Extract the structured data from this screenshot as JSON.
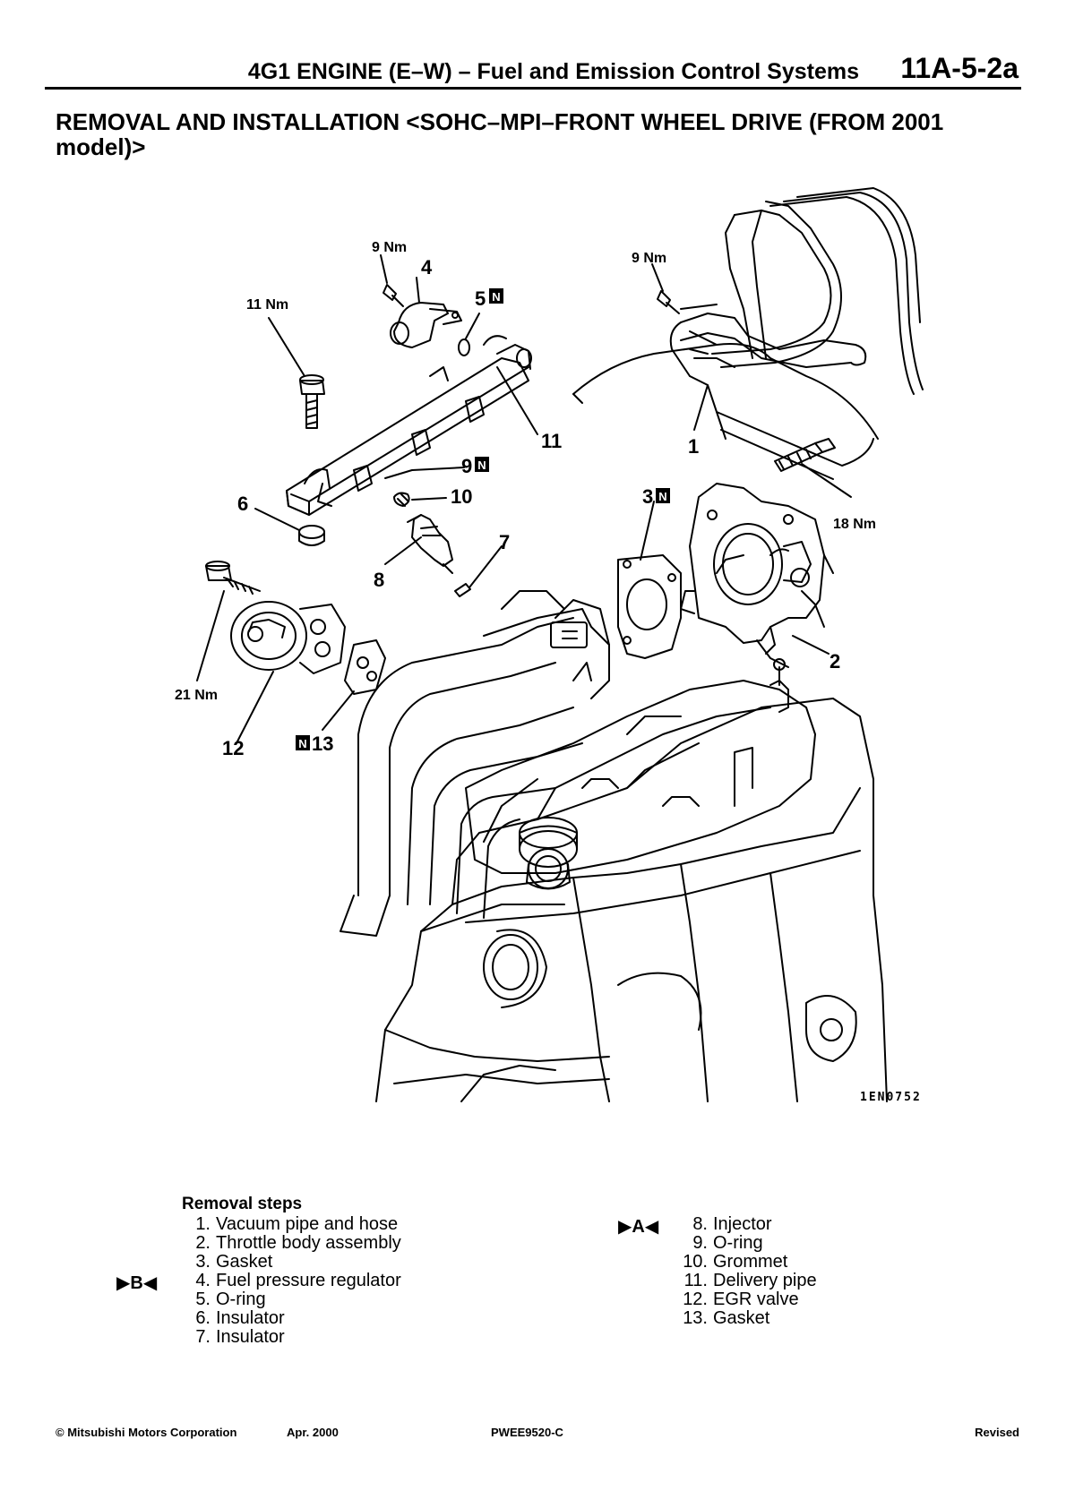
{
  "header": {
    "title": "4G1 ENGINE (E–W) – Fuel and Emission Control Systems",
    "page": "11A-5-2a"
  },
  "section_title": "REMOVAL AND INSTALLATION <SOHC–MPI–FRONT WHEEL DRIVE (FROM 2001 model)>",
  "diagram": {
    "code": "1EN0752",
    "callouts": {
      "c1": "1",
      "c2": "2",
      "c3": "3",
      "c4": "4",
      "c5": "5",
      "c6": "6",
      "c7": "7",
      "c8": "8",
      "c9": "9",
      "c10": "10",
      "c11": "11",
      "c12": "12",
      "c13": "13",
      "n": "N"
    },
    "torques": {
      "t_9nm_a": "9 Nm",
      "t_9nm_b": "9 Nm",
      "t_11nm": "11 Nm",
      "t_18nm": "18 Nm",
      "t_21nm": "21 Nm"
    }
  },
  "removal_steps": {
    "heading": "Removal steps",
    "left": [
      {
        "n": "1.",
        "label": "Vacuum pipe and hose"
      },
      {
        "n": "2.",
        "label": "Throttle body assembly"
      },
      {
        "n": "3.",
        "label": "Gasket"
      },
      {
        "n": "4.",
        "label": "Fuel pressure regulator"
      },
      {
        "n": "5.",
        "label": "O-ring"
      },
      {
        "n": "6.",
        "label": "Insulator"
      },
      {
        "n": "7.",
        "label": "Insulator"
      }
    ],
    "right": [
      {
        "n": "8.",
        "label": "Injector"
      },
      {
        "n": "9.",
        "label": "O-ring"
      },
      {
        "n": "10.",
        "label": "Grommet"
      },
      {
        "n": "11.",
        "label": "Delivery pipe"
      },
      {
        "n": "12.",
        "label": "EGR valve"
      },
      {
        "n": "13.",
        "label": "Gasket"
      }
    ],
    "marks": {
      "b": "▶B◀",
      "a": "▶A◀"
    }
  },
  "footer": {
    "copyright": "© Mitsubishi Motors Corporation",
    "date": "Apr. 2000",
    "code": "PWEE9520-C",
    "status": "Revised"
  }
}
